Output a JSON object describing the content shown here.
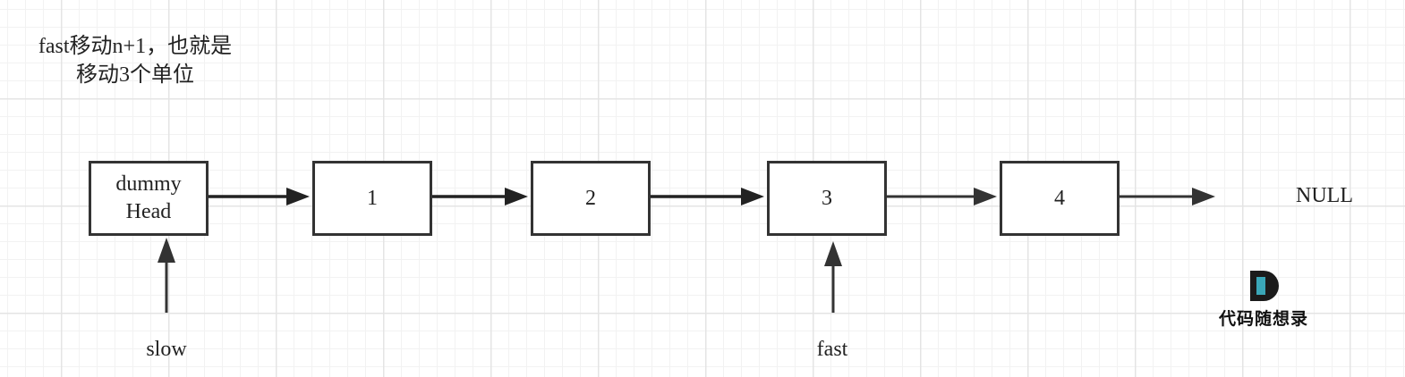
{
  "caption": {
    "line1": "fast移动n+1，也就是",
    "line2": "移动3个单位"
  },
  "nodes": [
    {
      "line1": "dummy",
      "line2": "Head"
    },
    {
      "line1": "1"
    },
    {
      "line1": "2"
    },
    {
      "line1": "3"
    },
    {
      "line1": "4"
    }
  ],
  "null_label": "NULL",
  "pointers": {
    "slow": "slow",
    "fast": "fast"
  },
  "colors": {
    "box_border": "#333333",
    "arrow": "#222222",
    "grid": "#e4e4e4",
    "logo_accent": "#3aa7b8"
  },
  "watermark": {
    "icon": "d-logo-icon",
    "text": "代码随想录"
  }
}
